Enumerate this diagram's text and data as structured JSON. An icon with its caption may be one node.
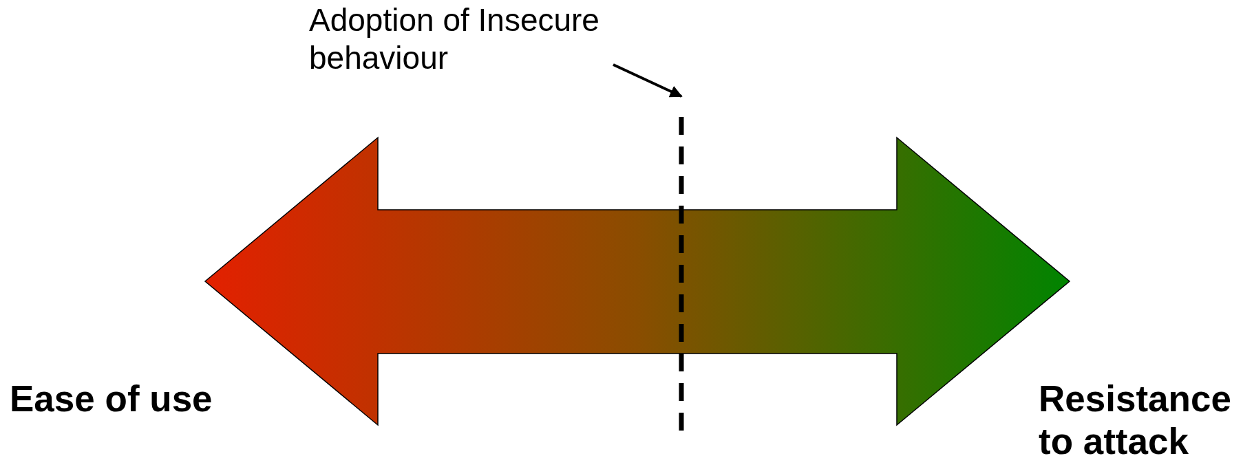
{
  "diagram": {
    "nodes": [
      {
        "text": [
          "Adoption of Insecure behaviour"
        ]
      },
      {
        "text": [],
        "shape": "line"
      }
    ],
    "edges": [
      {
        "from": 0,
        "to": 1,
        "arrow": "to"
      }
    ],
    "labels": [
      "Ease of use",
      "Resistance to attack"
    ]
  }
}
